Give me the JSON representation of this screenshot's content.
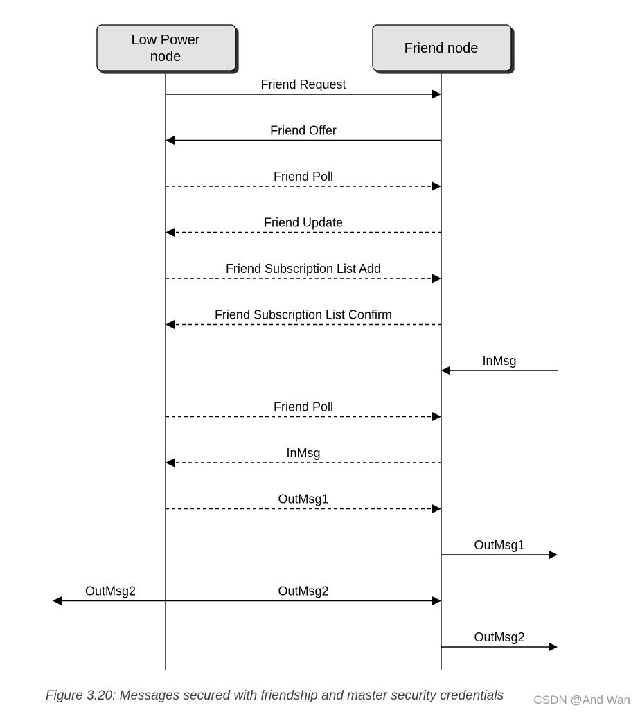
{
  "diagram": {
    "type": "sequence-diagram",
    "participants": [
      {
        "id": "lpn",
        "lines": [
          "Low Power",
          "node"
        ]
      },
      {
        "id": "friend",
        "lines": [
          "Friend node"
        ]
      }
    ],
    "messages": [
      {
        "label": "Friend Request",
        "from": "lpn",
        "to": "friend",
        "style": "solid"
      },
      {
        "label": "Friend Offer",
        "from": "friend",
        "to": "lpn",
        "style": "solid"
      },
      {
        "label": "Friend Poll",
        "from": "lpn",
        "to": "friend",
        "style": "dashed"
      },
      {
        "label": "Friend Update",
        "from": "friend",
        "to": "lpn",
        "style": "dashed"
      },
      {
        "label": "Friend Subscription List Add",
        "from": "lpn",
        "to": "friend",
        "style": "dashed"
      },
      {
        "label": "Friend Subscription List Confirm",
        "from": "friend",
        "to": "lpn",
        "style": "dashed"
      },
      {
        "label": "InMsg",
        "from": "external-right",
        "to": "friend",
        "style": "solid"
      },
      {
        "label": "Friend Poll",
        "from": "lpn",
        "to": "friend",
        "style": "dashed"
      },
      {
        "label": "InMsg",
        "from": "friend",
        "to": "lpn",
        "style": "dashed"
      },
      {
        "label": "OutMsg1",
        "from": "lpn",
        "to": "friend",
        "style": "dashed"
      },
      {
        "label": "OutMsg1",
        "from": "friend",
        "to": "external-right",
        "style": "solid"
      },
      {
        "label": "OutMsg2",
        "from": "lpn",
        "to": "both-directions",
        "style": "solid",
        "left_label": "OutMsg2"
      },
      {
        "label": "OutMsg2",
        "from": "friend",
        "to": "external-right",
        "style": "solid"
      }
    ]
  },
  "caption": "Figure 3.20: Messages secured with friendship and master security credentials",
  "watermark": "CSDN @And Wan"
}
